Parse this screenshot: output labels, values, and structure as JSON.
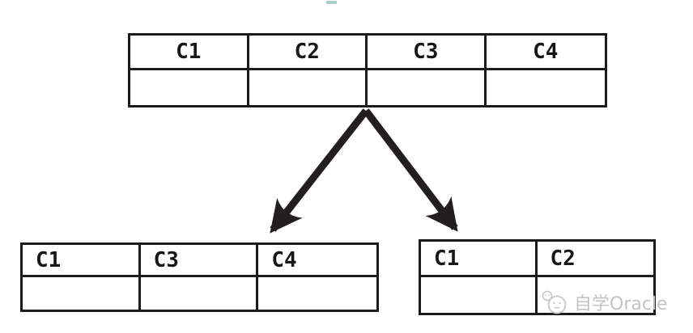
{
  "colors": {
    "table_border": "#1b1b1b",
    "arrow": "#231f20",
    "header_text": "#161616",
    "watermark": "#c3c3c3",
    "background": "#ffffff"
  },
  "source_table": {
    "headers": [
      "C1",
      "C2",
      "C3",
      "C4"
    ],
    "body_cells": [
      "",
      "",
      "",
      ""
    ]
  },
  "split_table_left": {
    "headers": [
      "C1",
      "C3",
      "C4"
    ],
    "body_cells": [
      "",
      "",
      ""
    ]
  },
  "split_table_right": {
    "headers": [
      "C1",
      "C2"
    ],
    "body_cells": [
      "",
      ""
    ]
  },
  "watermark": {
    "text": "自学Oracle",
    "logo_icon": "face-logo-icon"
  }
}
